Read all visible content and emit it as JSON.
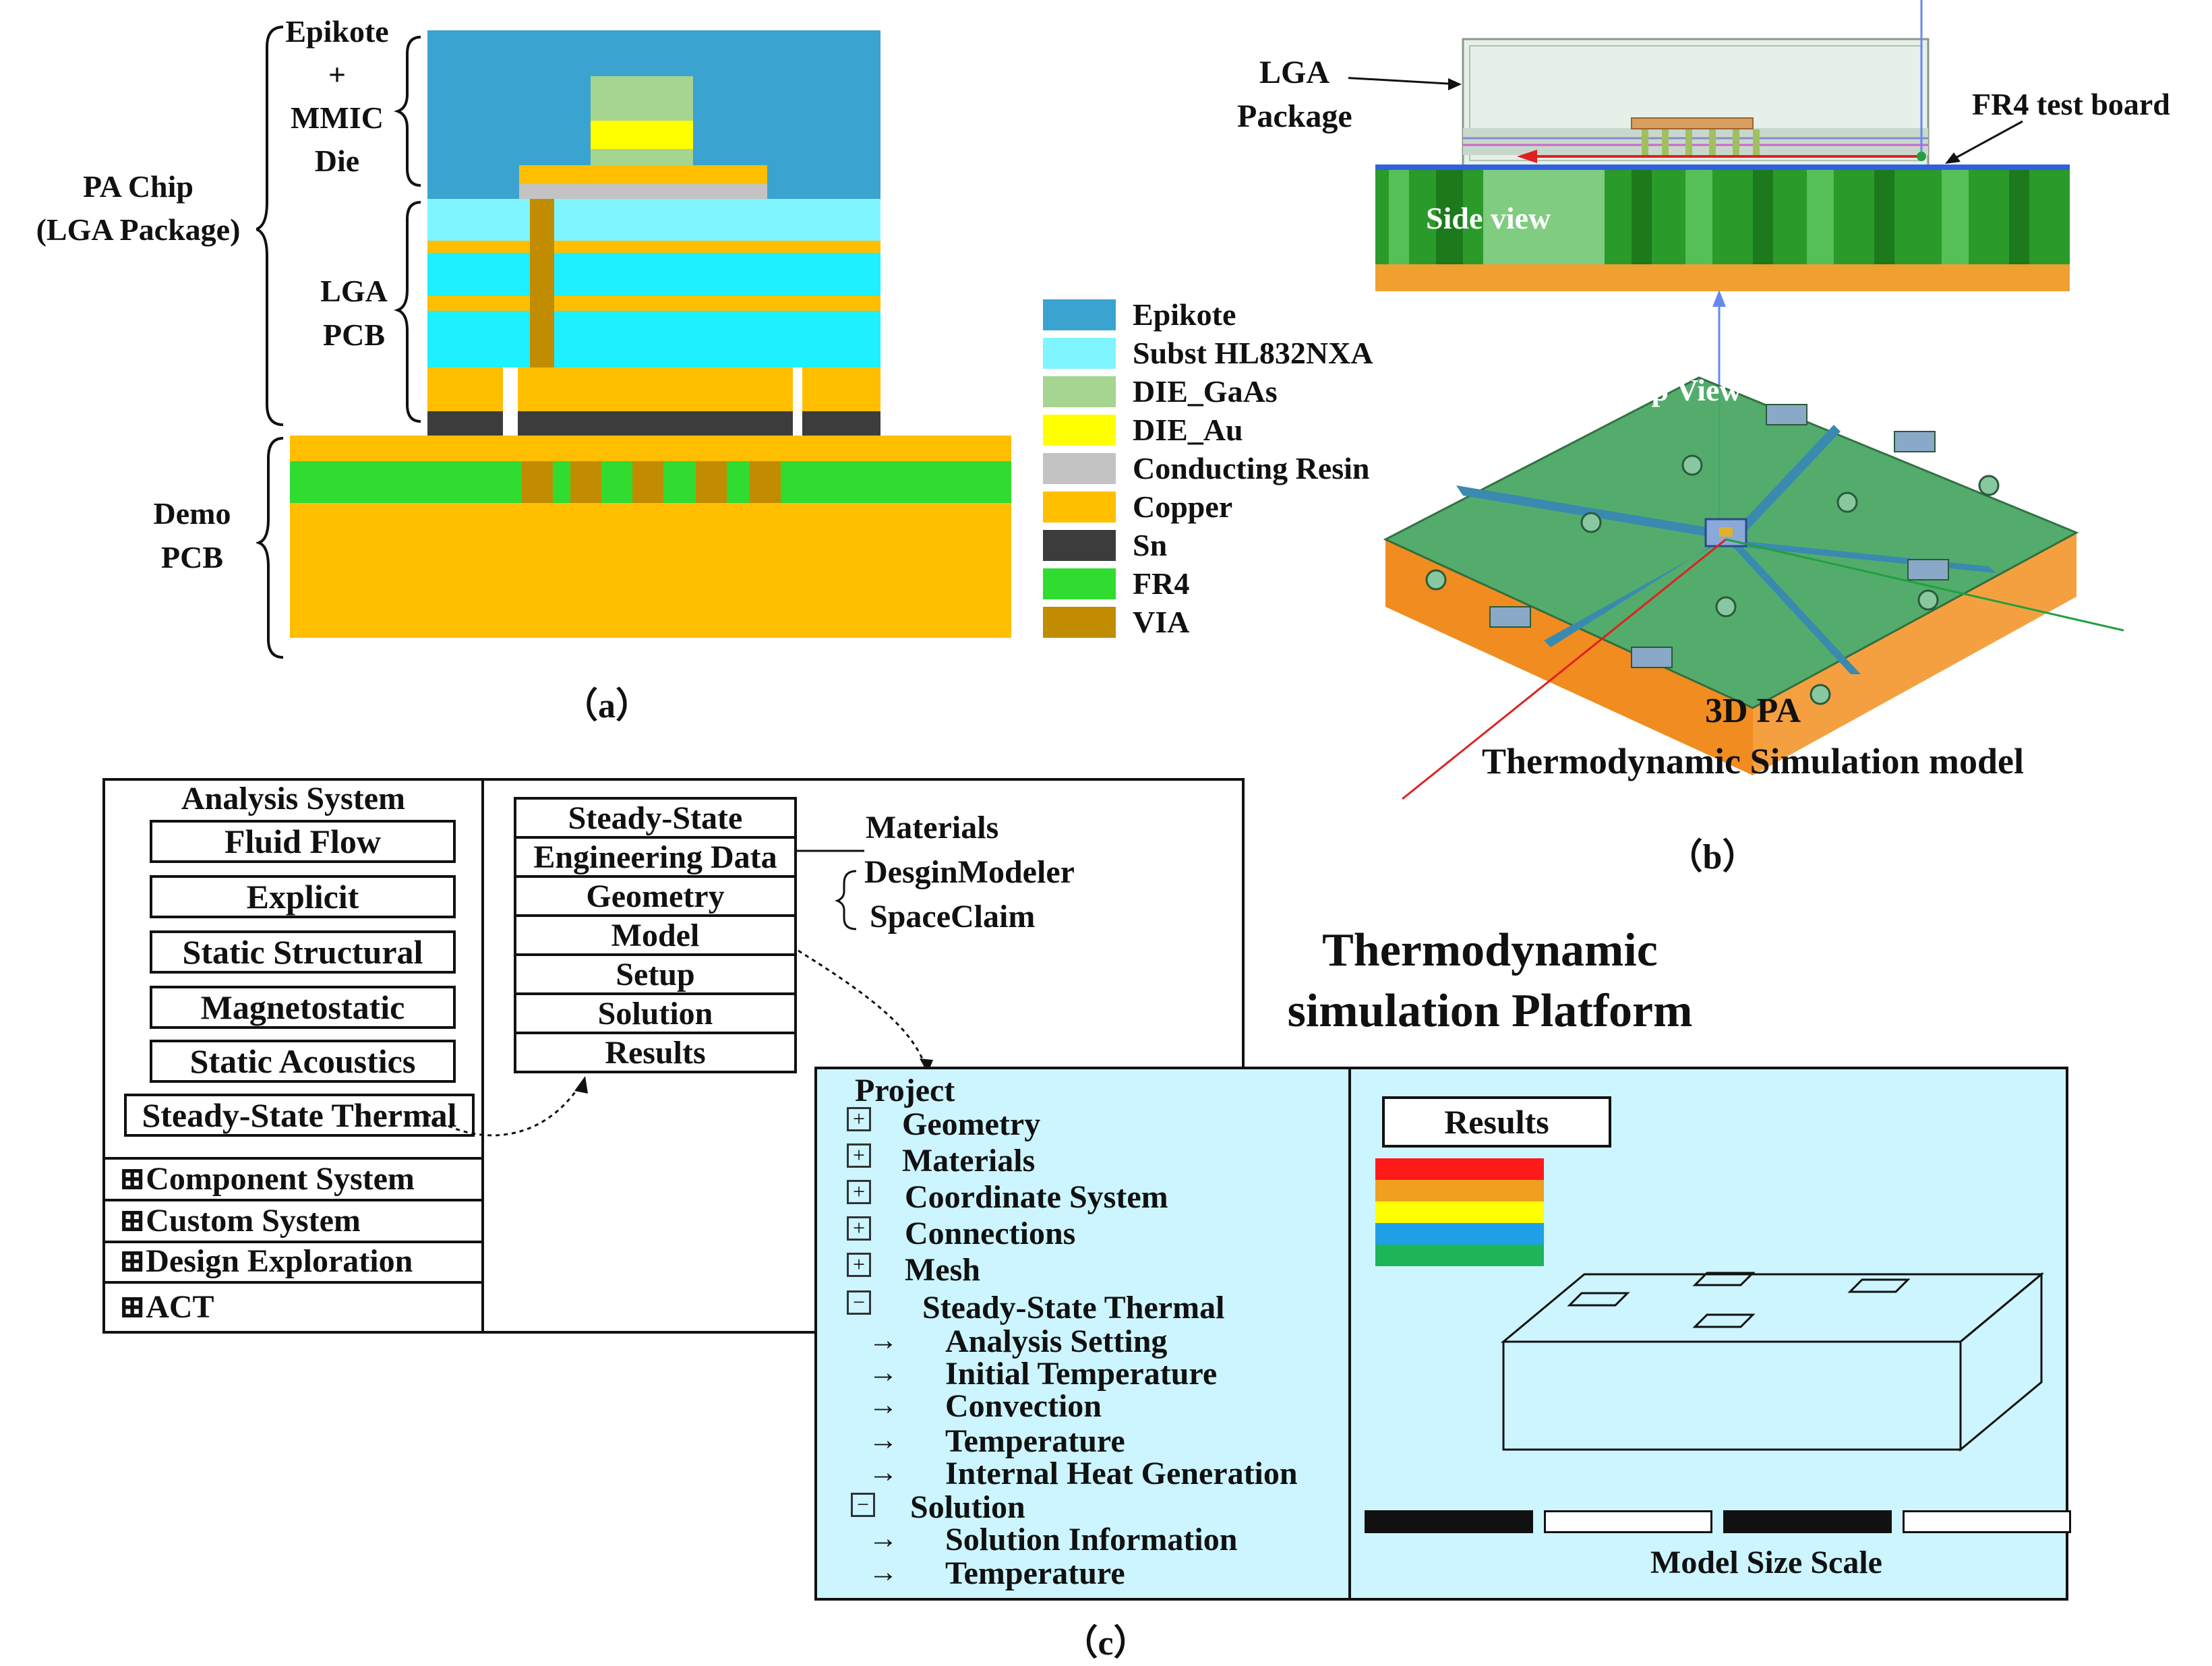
{
  "panel_a": {
    "caption": "（a）",
    "labels": {
      "epikote": "Epikote",
      "plus": "+",
      "mmic": "MMIC",
      "die": "Die",
      "pa_chip": "PA Chip",
      "lga_package": "(LGA Package)",
      "lga": "LGA",
      "pcb": "PCB",
      "demo": "Demo",
      "demo_pcb": "PCB"
    },
    "legend": [
      {
        "label": "Epikote",
        "color": "#3ba3cf"
      },
      {
        "label": "Subst HL832NXA",
        "color": "#7ff6ff"
      },
      {
        "label": "DIE_GaAs",
        "color": "#a6d491"
      },
      {
        "label": "DIE_Au",
        "color": "#ffff00"
      },
      {
        "label": "Conducting Resin",
        "color": "#c3c3c3"
      },
      {
        "label": "Copper",
        "color": "#ffbe00"
      },
      {
        "label": "Sn",
        "color": "#3c3c3c"
      },
      {
        "label": "FR4",
        "color": "#2fdc2f"
      },
      {
        "label": "VIA",
        "color": "#c18c00"
      }
    ]
  },
  "panel_b": {
    "caption": "（b）",
    "lga": "LGA",
    "package": "Package",
    "fr4_test_board": "FR4 test board",
    "side_view": "Side view",
    "top_view": "Top View",
    "model_line1": "3D PA",
    "model_line2": "Thermodynamic Simulation model"
  },
  "panel_c": {
    "caption": "（c）",
    "platform_title_line1": "Thermodynamic",
    "platform_title_line2": "simulation Platform",
    "analysis_system": {
      "heading": "Analysis System",
      "items": [
        "Fluid Flow",
        "Explicit",
        "Static Structural",
        "Magnetostatic",
        "Static Acoustics",
        "Steady-State Thermal"
      ]
    },
    "systems": [
      "⊞Component System",
      "⊞Custom System",
      "⊞Design Exploration",
      "⊞ACT"
    ],
    "workflow": [
      "Steady-State",
      "Engineering Data",
      "Geometry",
      "Model",
      "Setup",
      "Solution",
      "Results"
    ],
    "side_notes": [
      "Materials",
      "DesginModeler",
      "SpaceClaim"
    ],
    "project": {
      "heading": "Project",
      "expand_symbol": "+",
      "collapse_symbol": "−",
      "arrow_symbol": "→",
      "tree": [
        {
          "label": "Geometry",
          "state": "collapsed"
        },
        {
          "label": "Materials",
          "state": "collapsed"
        },
        {
          "label": "Coordinate System",
          "state": "collapsed"
        },
        {
          "label": "Connections",
          "state": "collapsed"
        },
        {
          "label": "Mesh",
          "state": "collapsed"
        },
        {
          "label": "Steady-State Thermal",
          "state": "expanded",
          "children": [
            "Analysis Setting",
            "Initial Temperature",
            "Convection",
            "Temperature",
            "Internal Heat Generation"
          ]
        },
        {
          "label": "Solution",
          "state": "expanded",
          "children": [
            "Solution Information",
            "Temperature"
          ]
        }
      ]
    },
    "results_panel": {
      "results_label": "Results",
      "colors": [
        "#ff1a1a",
        "#f0a01e",
        "#ffff00",
        "#1ea0e6",
        "#1eb45a"
      ],
      "scale_label": "Model Size Scale"
    }
  },
  "colors": {
    "epikote": "#3ba3cf",
    "subst": "#7ff6ff",
    "gaas": "#a6d491",
    "au": "#ffff00",
    "resin": "#c3c3c3",
    "copper": "#ffbe00",
    "sn": "#3c3c3c",
    "fr4": "#2fdc2f",
    "via": "#c18c00",
    "platform_bg": "#ccf5ff"
  }
}
